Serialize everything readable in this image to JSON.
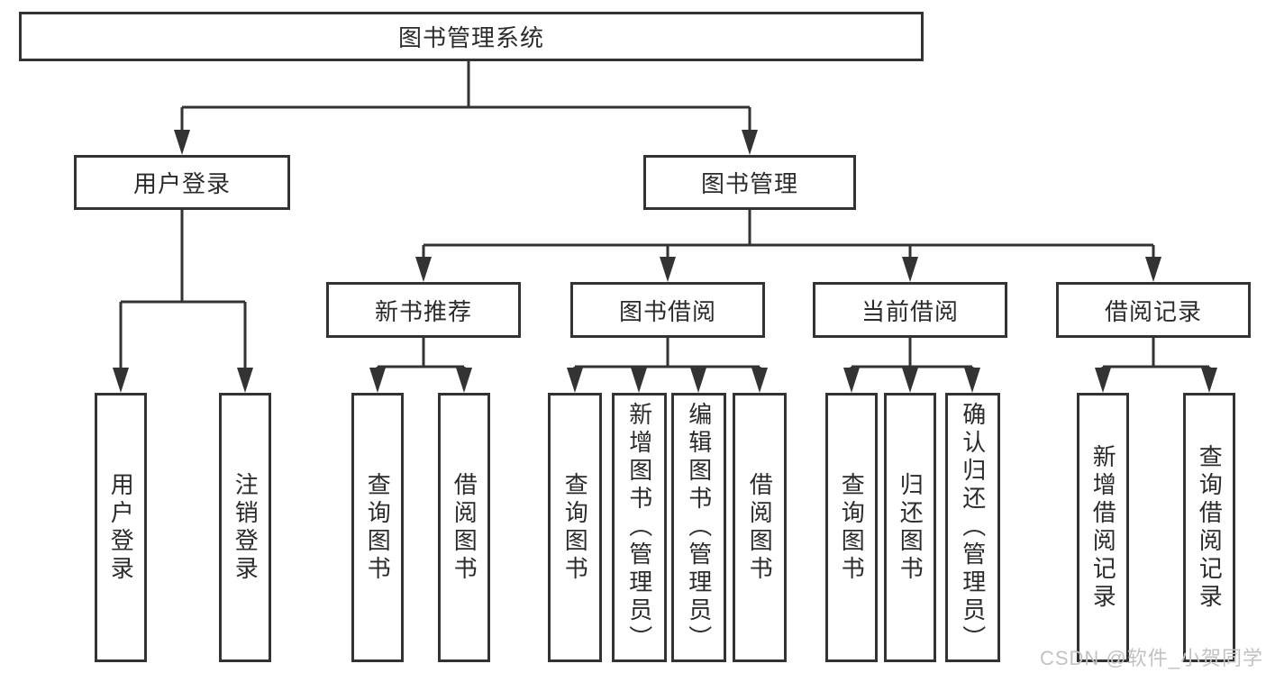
{
  "diagram": {
    "root": {
      "label": "图书管理系统"
    },
    "branches": [
      {
        "label": "用户登录",
        "children": [
          {
            "label": "用户登录"
          },
          {
            "label": "注销登录"
          }
        ]
      },
      {
        "label": "图书管理",
        "children": [
          {
            "label": "新书推荐",
            "children": [
              {
                "label": "查询图书"
              },
              {
                "label": "借阅图书"
              }
            ]
          },
          {
            "label": "图书借阅",
            "children": [
              {
                "label": "查询图书"
              },
              {
                "label": "新增图书（管理员）"
              },
              {
                "label": "编辑图书（管理员）"
              },
              {
                "label": "借阅图书"
              }
            ]
          },
          {
            "label": "当前借阅",
            "children": [
              {
                "label": "查询图书"
              },
              {
                "label": "归还图书"
              },
              {
                "label": "确认归还（管理员）"
              }
            ]
          },
          {
            "label": "借阅记录",
            "children": [
              {
                "label": "新增借阅记录"
              },
              {
                "label": "查询借阅记录"
              }
            ]
          }
        ]
      }
    ]
  },
  "colors": {
    "line": "#333333",
    "text": "#2b2b2b",
    "watermark": "#c2c2c2"
  },
  "watermark": {
    "text": "CSDN @软件_小贺同学"
  }
}
